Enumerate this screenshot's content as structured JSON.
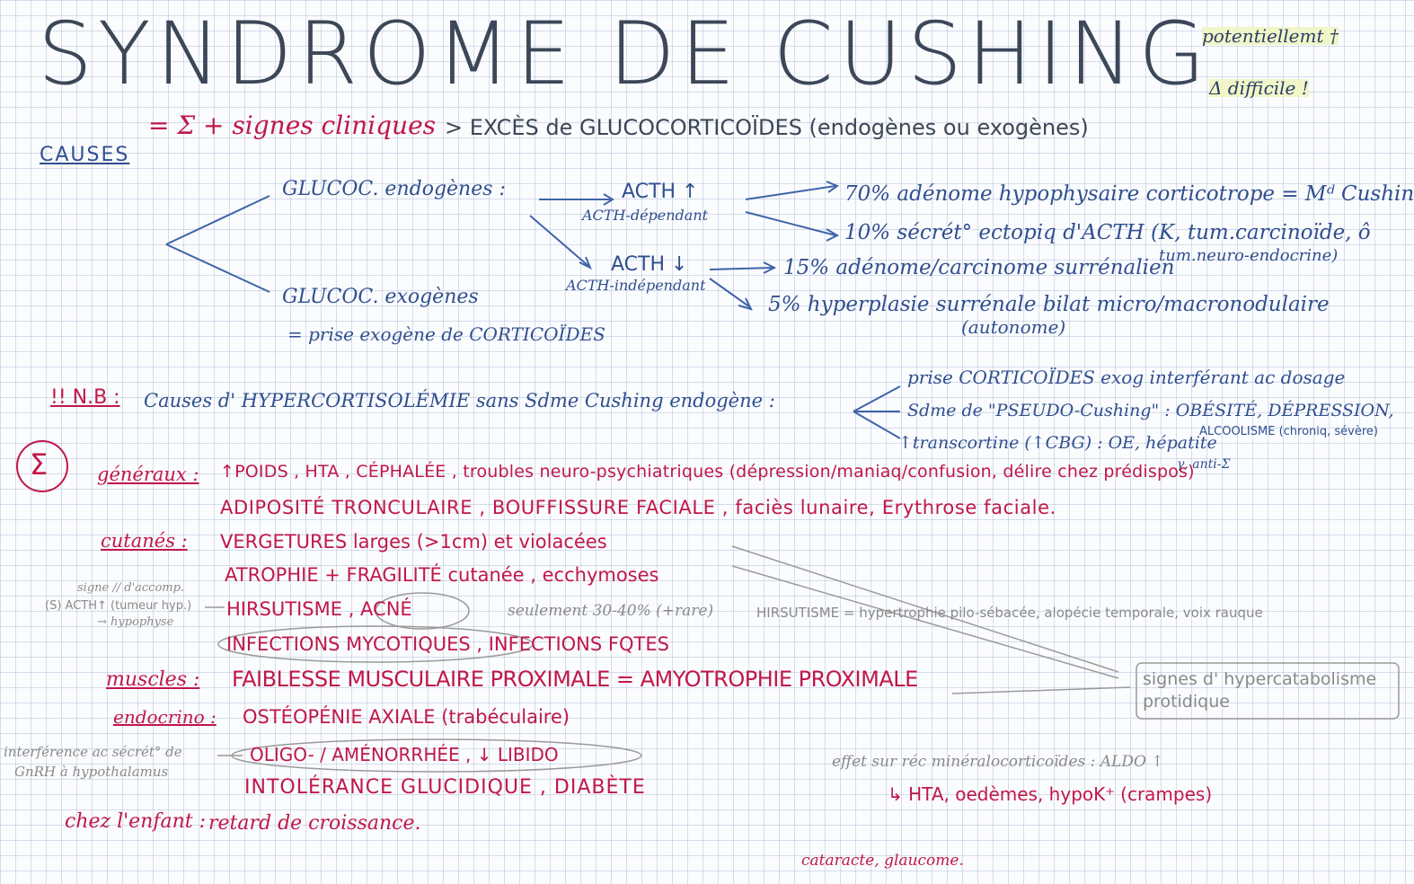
{
  "title": "SYNDROME DE CUSHING",
  "corner_note": {
    "line1": "potentiellemt †",
    "line2": "Δ difficile !"
  },
  "definition": {
    "left": "= Σ + signes cliniques",
    "right": "> EXCÈS de GLUCOCORTICOÏDES (endogènes ou exogènes)"
  },
  "causes": {
    "heading": "CAUSES",
    "endogenous": "GLUCOC. endogènes :",
    "acth_up": "ACTH ↑",
    "acth_up_sub": "ACTH-dépendant",
    "acth_down": "ACTH ↓",
    "acth_down_sub": "ACTH-indépendant",
    "c70": "70% adénome hypophysaire corticotrope = Mᵈ Cushing",
    "c10": "10% sécrét° ectopiq d'ACTH (K, tum.carcinoïde, ô",
    "c10b": "tum.neuro-endocrine)",
    "c15": "15% adénome/carcinome surrénalien",
    "c5": "5% hyperplasie surrénale bilat micro/macronodulaire",
    "c5b": "(autonome)",
    "exogenous": "GLUCOC. exogènes",
    "exogenous_sub": "= prise exogène de CORTICOÏDES"
  },
  "nb": {
    "label": "!! N.B :",
    "text": "Causes d' HYPERCORTISOLÉMIE sans Sdme Cushing endogène :",
    "items": [
      "prise CORTICOÏDES exog interférant ac dosage",
      "Sdme de \"PSEUDO-Cushing\" : OBÉSITÉ, DÉPRESSION,",
      "↑transcortine (↑CBG) : OE, hépatite"
    ],
    "item2b": "ALCOOLISME (chroniq, sévère)",
    "item3b": "γ, anti-Σ"
  },
  "signs": {
    "symbol": "Σ",
    "generaux_label": "généraux :",
    "generaux_1": "↑POIDS , HTA , CÉPHALÉE , troubles neuro-psychiatriques (dépression/maniaq/confusion, délire chez prédispos)",
    "generaux_2": "ADIPOSITÉ TRONCULAIRE , BOUFFISSURE FACIALE , faciès lunaire, Erythrose faciale.",
    "cutanes_label": "cutanés :",
    "cutanes_1": "VERGETURES larges (>1cm) et violacées",
    "cutanes_2": "ATROPHIE + FRAGILITÉ cutanée , ecchymoses",
    "cutanes_3": "HIRSUTISME , ACNÉ",
    "cutanes_3_note": "seulement 30-40% (+rare)",
    "hirsutisme_def": "HIRSUTISME = hypertrophie pilo-sébacée, alopécie temporale, voix rauque",
    "cutanes_4": "INFECTIONS MYCOTIQUES , INFECTIONS FQTES",
    "side_note_1": "signe // d'accomp.",
    "side_note_2": "(S) ACTH↑ (tumeur hyp.)",
    "side_note_3": "→ hypophyse",
    "muscles_label": "muscles :",
    "muscles_1": "FAIBLESSE MUSCULAIRE PROXIMALE = AMYOTROPHIE PROXIMALE",
    "hypercatab": "signes d' hypercatabolisme protidique",
    "endocrino_label": "endocrino :",
    "endocrino_1": "OSTÉOPÉNIE AXIALE (trabéculaire)",
    "endocrino_2": "OLIGO- / AMÉNORRHÉE , ↓ LIBIDO",
    "endocrino_3": "INTOLÉRANCE GLUCIDIQUE , DIABÈTE",
    "gnrh_note_1": "interférence ac sécrét° de",
    "gnrh_note_2": "GnRH à hypothalamus",
    "enfant_label": "chez l'enfant :",
    "enfant_1": "retard de croissance.",
    "mineralo_1": "effet sur réc minéralocorticoïdes : ALDO ↑",
    "mineralo_2": "↳ HTA, oedèmes, hypoK⁺ (crampes)",
    "footer": "cataracte, glaucome."
  }
}
